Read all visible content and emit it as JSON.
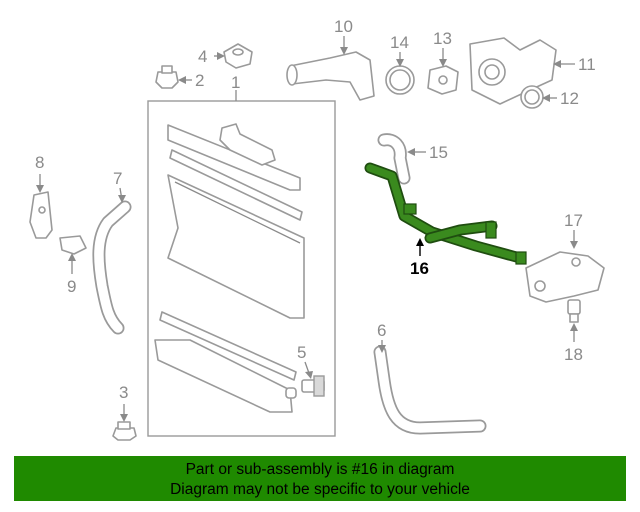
{
  "callouts": {
    "c1": "1",
    "c2": "2",
    "c3": "3",
    "c4": "4",
    "c5": "5",
    "c6": "6",
    "c7": "7",
    "c8": "8",
    "c9": "9",
    "c10": "10",
    "c11": "11",
    "c12": "12",
    "c13": "13",
    "c14": "14",
    "c15": "15",
    "c16": "16",
    "c17": "17",
    "c18": "18"
  },
  "highlighted_part": "16",
  "colors": {
    "highlight": "#3a8a1e",
    "banner": "#1f8a00",
    "linework": "#9a9a9a"
  },
  "banner": {
    "line1": "Part or sub-assembly is #16 in diagram",
    "line2": "Diagram may not be specific to your vehicle"
  }
}
